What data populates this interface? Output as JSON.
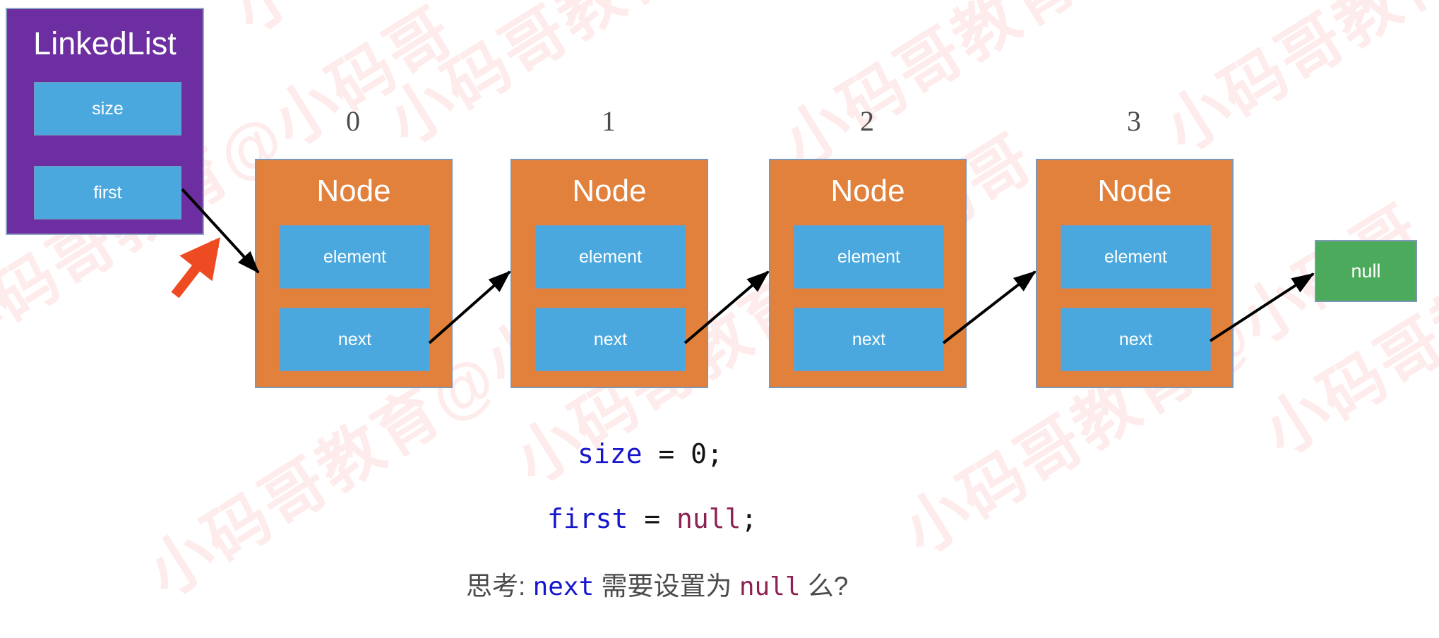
{
  "diagram": {
    "title": "LinkedList node chain diagram",
    "colors": {
      "linkedlist_box": "#6C2EA0",
      "node_box": "#E1813C",
      "field_box": "#4AA8DE",
      "null_box": "#4CAA5C",
      "border": "#7e97b8",
      "arrow": "#000000",
      "highlight_arrow": "#EE4B22",
      "watermark": "#fdeceb",
      "code_var": "#1616CC",
      "code_null": "#8E2252",
      "index_label": "#4b4b4b"
    }
  },
  "linkedlist": {
    "title": "LinkedList",
    "fields": [
      {
        "label": "size"
      },
      {
        "label": "first"
      }
    ]
  },
  "indices": [
    "0",
    "1",
    "2",
    "3"
  ],
  "nodes": [
    {
      "title": "Node",
      "fields": [
        {
          "label": "element"
        },
        {
          "label": "next"
        }
      ]
    },
    {
      "title": "Node",
      "fields": [
        {
          "label": "element"
        },
        {
          "label": "next"
        }
      ]
    },
    {
      "title": "Node",
      "fields": [
        {
          "label": "element"
        },
        {
          "label": "next"
        }
      ]
    },
    {
      "title": "Node",
      "fields": [
        {
          "label": "element"
        },
        {
          "label": "next"
        }
      ]
    }
  ],
  "terminator": {
    "label": "null"
  },
  "code": {
    "line1": {
      "var": "size",
      "op": " = ",
      "value": "0",
      "semicolon": ";"
    },
    "line2": {
      "var": "first",
      "op": " = ",
      "value": "null",
      "semicolon": ";"
    }
  },
  "question": {
    "prefix": "思考: ",
    "keyword": "next",
    "middle": " 需要设置为 ",
    "nullword": "null",
    "suffix": " 么?"
  },
  "watermarks": [
    "小码哥教育@小码哥",
    "小码哥教育@小码哥",
    "小码哥教育@小码哥",
    "小码哥教育@小码哥",
    "小码哥教育@小码哥",
    "小码哥教育@小码哥",
    "小码哥教育@小码哥",
    "小码哥教育@小码哥",
    "小码哥教育@小码哥"
  ]
}
